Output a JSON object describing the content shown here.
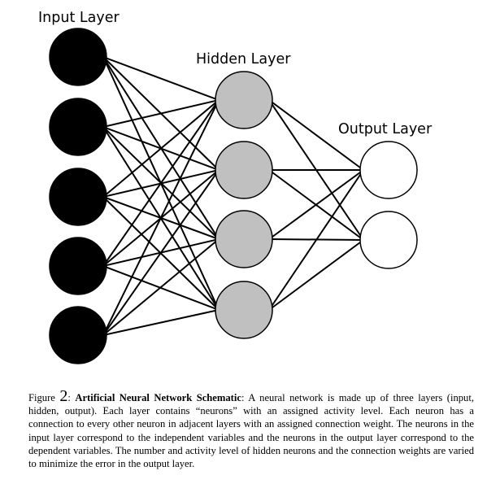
{
  "diagram": {
    "labels": {
      "input": "Input Layer",
      "hidden": "Hidden Layer",
      "output": "Output Layer"
    },
    "layers": [
      {
        "name": "input",
        "neurons": 5,
        "fill": "#000000"
      },
      {
        "name": "hidden",
        "neurons": 4,
        "fill": "#c0c0c0"
      },
      {
        "name": "output",
        "neurons": 2,
        "fill": "#ffffff"
      }
    ],
    "connections": "fully-connected-adjacent-layers"
  },
  "caption": {
    "prefix": "Figure ",
    "number": "2",
    "colon": ": ",
    "title": "Artificial Neural Network Schematic",
    "body": ": A neural network is made up of three layers (input, hidden, output). Each layer contains “neurons” with an assigned activity level. Each neuron has a connection to every other neuron in adjacent layers with an assigned connection weight. The neurons in the input layer correspond to the independent variables and the neurons in the output layer correspond to the dependent variables. The number and activity level of hidden neurons and the connection weights are varied to minimize the error in the output layer."
  }
}
